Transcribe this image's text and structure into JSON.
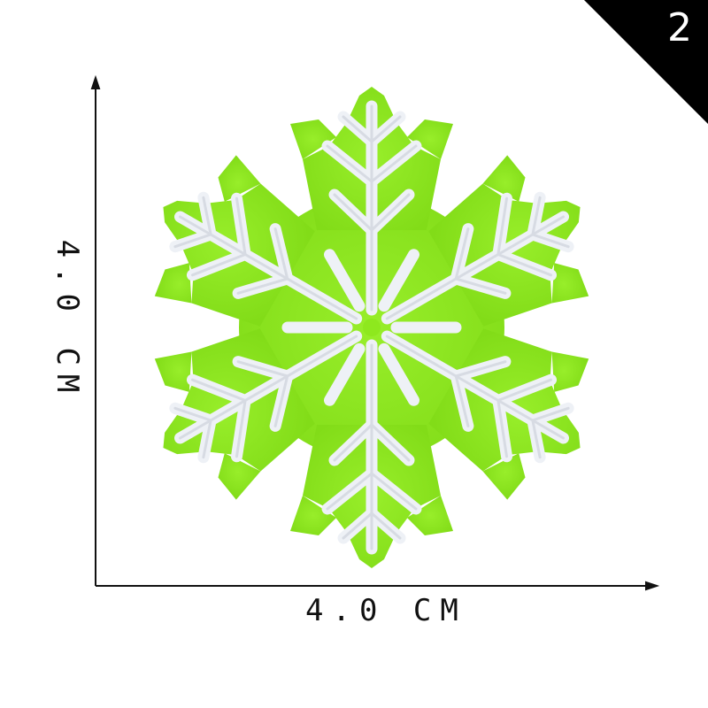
{
  "badge": {
    "number": "2",
    "color": "#000000"
  },
  "dimensions": {
    "width_label": "4.0 CM",
    "height_label": "4.0 CM",
    "axis_color": "#111111"
  },
  "patch": {
    "felt_color": "#8ee81e",
    "embroidery_color": "#f2f4f7"
  }
}
